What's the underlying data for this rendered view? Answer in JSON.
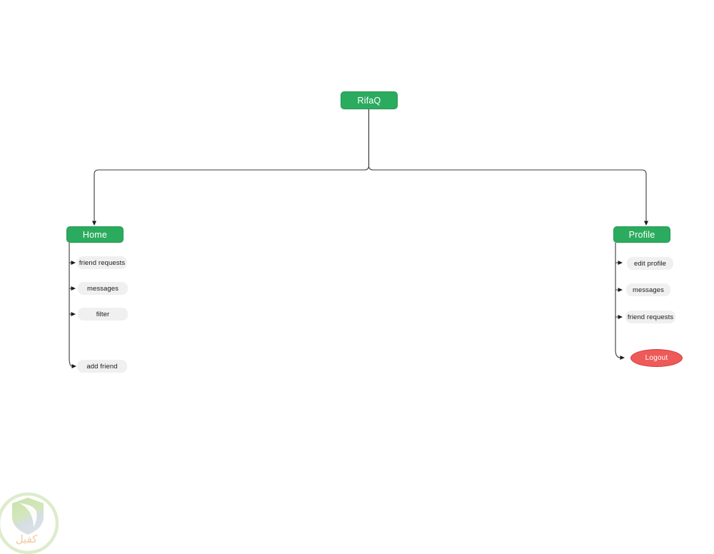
{
  "diagram": {
    "root": {
      "label": "RifaQ"
    },
    "home": {
      "label": "Home",
      "children": [
        {
          "label": "friend requests"
        },
        {
          "label": "messages"
        },
        {
          "label": "filter"
        },
        {
          "label": "add friend"
        }
      ]
    },
    "profile": {
      "label": "Profile",
      "children": [
        {
          "label": "edit profile"
        },
        {
          "label": "messages"
        },
        {
          "label": "friend requests"
        }
      ],
      "logout": {
        "label": "Logout"
      }
    },
    "colors": {
      "node_green": "#2bab5e",
      "node_green_border": "#229b51",
      "child_bg": "#f0f0f0",
      "logout_fill": "#ee5a5a",
      "logout_border": "#d43b3b",
      "line": "#3a3a3a"
    }
  },
  "watermark": {
    "text": "كفيل"
  }
}
